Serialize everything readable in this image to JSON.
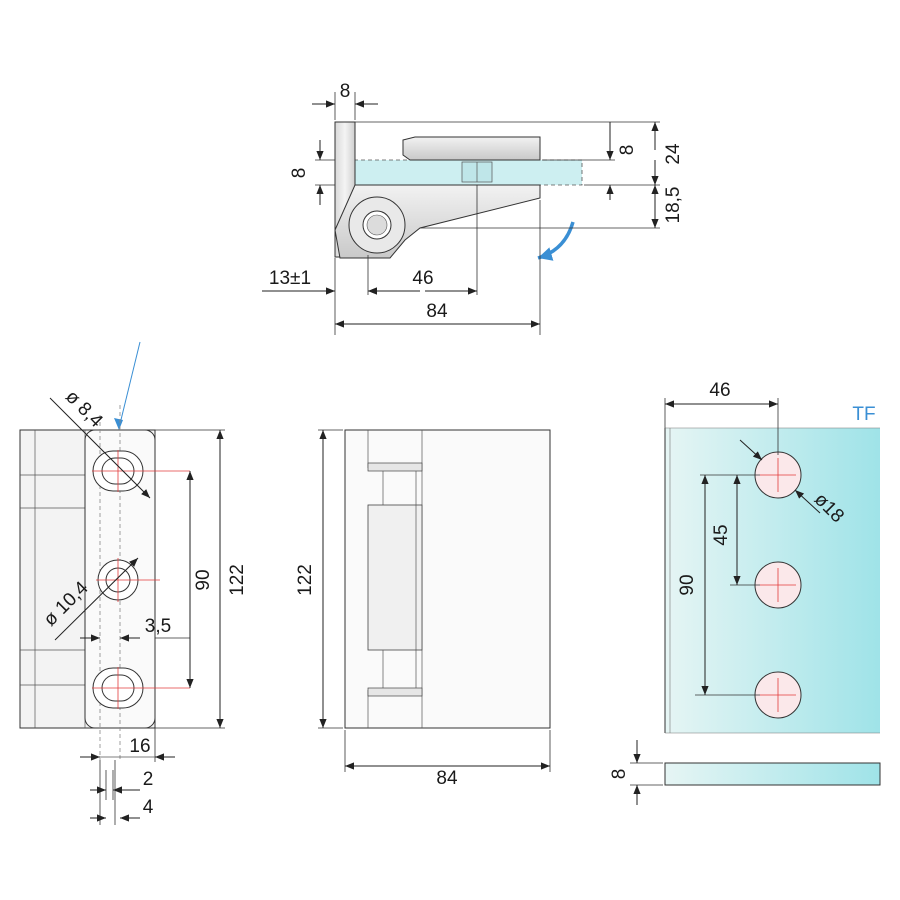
{
  "colors": {
    "glass": "#c9eef0",
    "arrow": "#3a8fd4",
    "center_marks": "#e23b3b"
  },
  "top_view": {
    "dim_8_top": "8",
    "dim_8_left": "8",
    "dim_8_right": "8",
    "dim_24": "24",
    "dim_18_5": "18,5",
    "dim_13": "13±1",
    "dim_46": "46",
    "dim_84": "84"
  },
  "front_view": {
    "dia_8_4": "ø 8,4",
    "dia_10_4": "ø 10,4",
    "dim_3_5": "3,5",
    "dim_90": "90",
    "dim_122": "122",
    "dim_16": "16",
    "dim_2": "2",
    "dim_4": "4"
  },
  "side_view": {
    "dim_122": "122",
    "dim_84": "84"
  },
  "glass_view": {
    "label": "TF",
    "dim_46": "46",
    "dia_18": "ø18",
    "dim_45": "45",
    "dim_90": "90",
    "dim_8": "8"
  }
}
